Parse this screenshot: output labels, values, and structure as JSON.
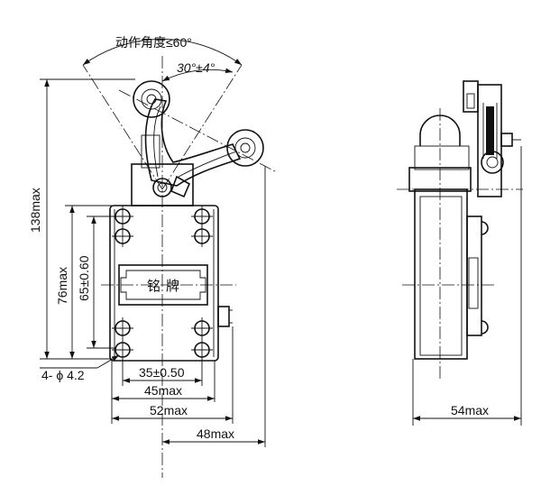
{
  "front_view": {
    "angle_max": "动作角度≤60°",
    "angle_step": "30°±4°",
    "height_total": "138max",
    "height_body": "76max",
    "hole_spacing_v": "65±0.60",
    "mount_holes": "4- ϕ 4.2",
    "hole_spacing_h": "35±0.50",
    "width_body": "45max",
    "width_flange": "52max",
    "width_arm": "48max",
    "nameplate": "铭牌"
  },
  "side_view": {
    "depth": "54max"
  }
}
